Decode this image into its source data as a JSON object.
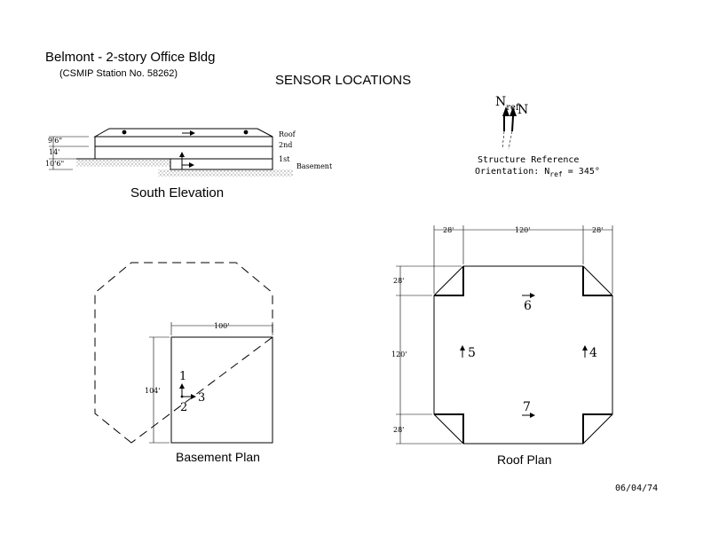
{
  "header": {
    "title": "Belmont - 2-story Office Bldg",
    "station": "(CSMIP Station No. 58262)",
    "heading": "SENSOR LOCATIONS"
  },
  "north": {
    "nref_main": "N",
    "nref_sub": "ref",
    "n_label": "N",
    "caption_line1": "Structure Reference",
    "caption_line2_prefix": "Orientation: N",
    "caption_line2_sub": "ref",
    "caption_line2_value": " = 345°"
  },
  "elevation": {
    "title": "South Elevation",
    "levels": {
      "roof": "Roof",
      "second": "2nd",
      "first": "1st",
      "basement": "Basement"
    },
    "dims": {
      "upper": "9'6\"",
      "middle": "14'",
      "lower": "10'6\""
    }
  },
  "basement_plan": {
    "title": "Basement Plan",
    "width_dim": "100'",
    "height_dim": "104'",
    "sensors": {
      "s1": "1",
      "s2": "2",
      "s3": "3"
    }
  },
  "roof_plan": {
    "title": "Roof Plan",
    "top_dims": {
      "left": "28'",
      "center": "120'",
      "right": "28'"
    },
    "side_dims": {
      "top": "28'",
      "center": "120'",
      "bottom": "28'"
    },
    "sensors": {
      "s4": "4",
      "s5": "5",
      "s6": "6",
      "s7": "7"
    }
  },
  "footer": {
    "date": "06/04/74"
  }
}
